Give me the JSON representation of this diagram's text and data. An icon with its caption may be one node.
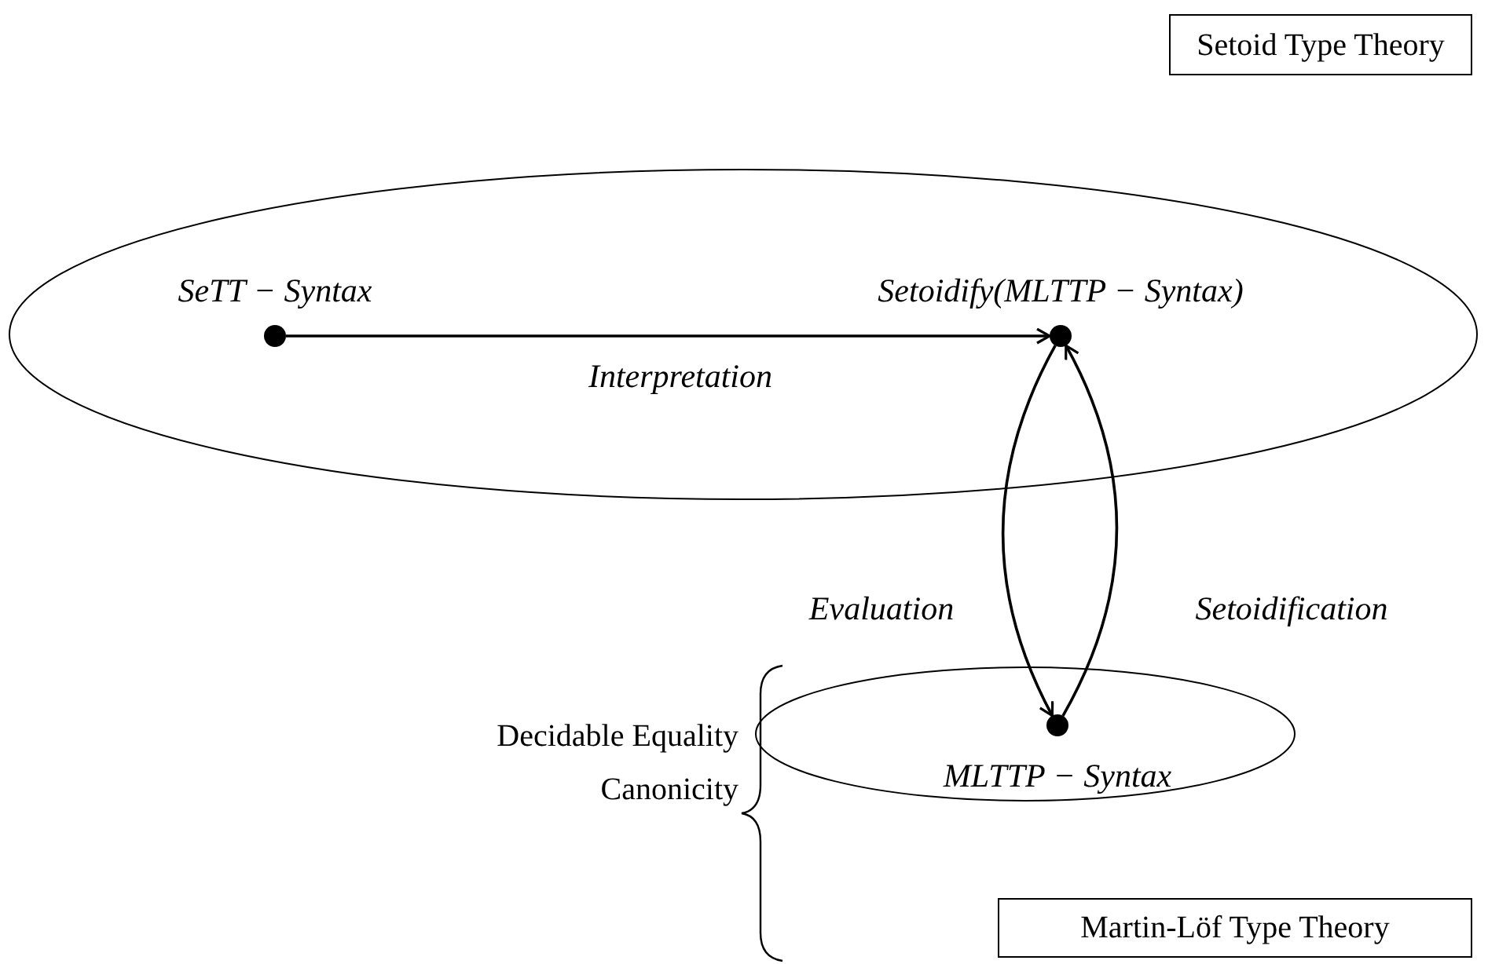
{
  "diagram": {
    "nodes": [
      {
        "text": [
          "Setoid Type Theory"
        ]
      },
      {
        "text": [],
        "shape": "ellipse"
      },
      {
        "text": [],
        "shape": "circle",
        "in": 1,
        "beside": [
          "SeTT − Syntax"
        ]
      },
      {
        "text": [],
        "shape": "circle",
        "in": 1,
        "beside": [
          "Setoidify(MLTTP − Syntax)"
        ]
      },
      {
        "text": [],
        "shape": "ellipse"
      },
      {
        "text": [],
        "shape": "circle",
        "in": 4,
        "beside": [
          "MLTTP − Syntax"
        ]
      },
      {
        "text": [
          "Martin-Löf Type Theory"
        ]
      }
    ],
    "edges": [
      {
        "from": 2,
        "to": 3,
        "arrow": "to",
        "label": "Interpretation"
      },
      {
        "from": 3,
        "to": 5,
        "arrow": "to",
        "label": "Evaluation"
      },
      {
        "from": 5,
        "to": 3,
        "arrow": "to",
        "label": "Setoidification"
      }
    ],
    "labels": [
      "Decidable Equality",
      "Canonicity"
    ]
  }
}
